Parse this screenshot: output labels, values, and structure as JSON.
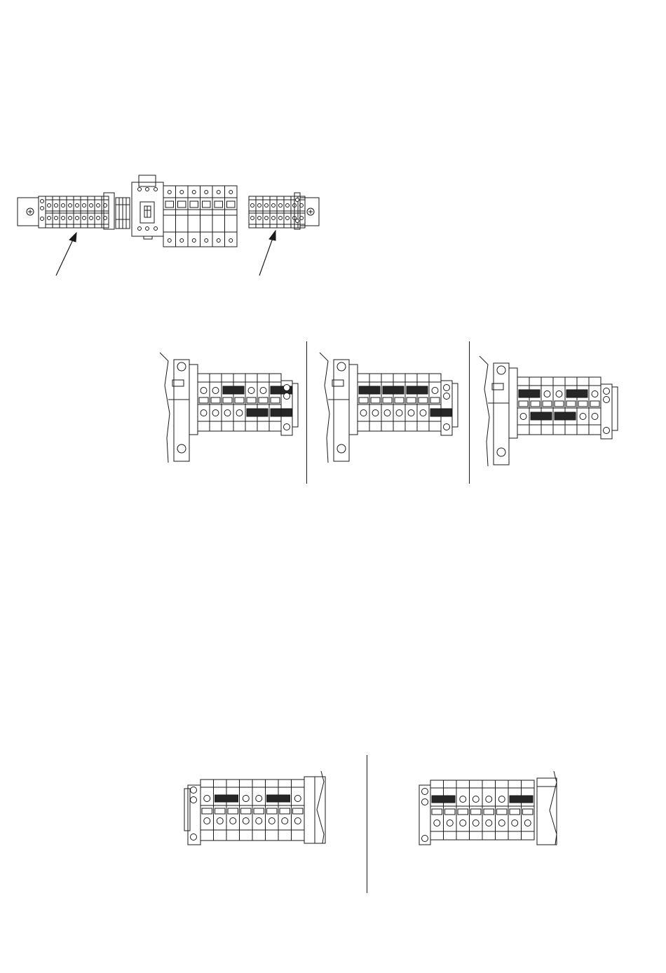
{
  "colors": {
    "ink": "#1a1a1a",
    "paper": "#ffffff",
    "fill": "#262626"
  },
  "overview": {
    "left_group_terminals": 9,
    "right_group_terminals": 8,
    "module_units": 6,
    "arrows": 2
  },
  "detail_rows": [
    {
      "bridges_top": [
        3,
        7
      ],
      "bridges_bottom": [
        5,
        7
      ]
    },
    {
      "bridges_top": [
        1,
        3,
        5
      ],
      "bridges_bottom": [
        7
      ]
    },
    {
      "bridges_top": [
        1,
        5
      ],
      "bridges_bottom": [
        2,
        4
      ]
    }
  ],
  "lower_rows": [
    {
      "bridges_top": [
        2,
        6
      ]
    },
    {
      "bridges_top": [
        1,
        7
      ]
    }
  ]
}
